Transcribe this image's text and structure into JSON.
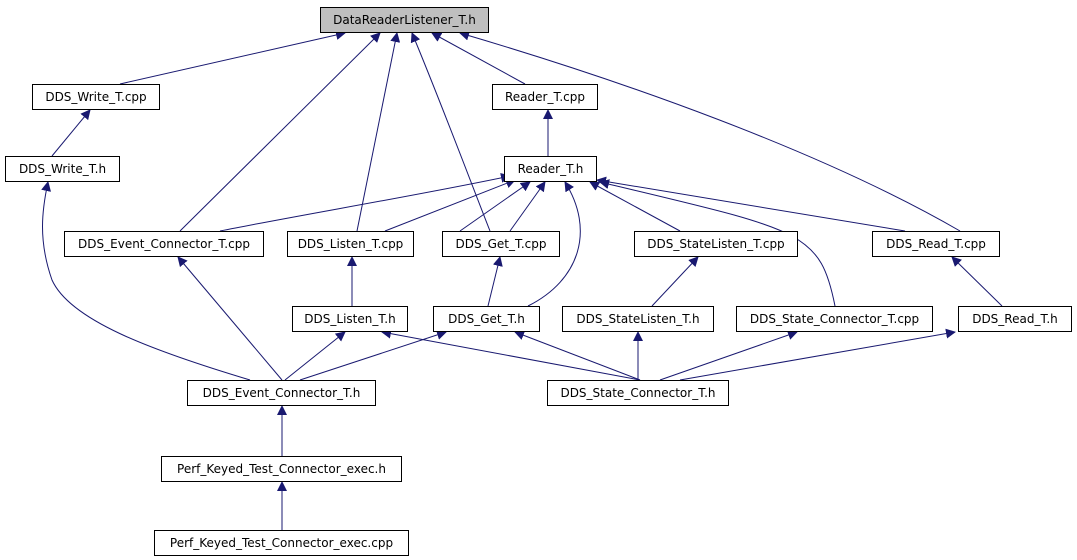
{
  "diagram": {
    "root": "DataReaderListener_T.h",
    "nodes": {
      "write_cpp": "DDS_Write_T.cpp",
      "reader_cpp": "Reader_T.cpp",
      "write_h": "DDS_Write_T.h",
      "reader_h": "Reader_T.h",
      "event_connector_cpp": "DDS_Event_Connector_T.cpp",
      "listen_cpp": "DDS_Listen_T.cpp",
      "get_cpp": "DDS_Get_T.cpp",
      "statelisten_cpp": "DDS_StateListen_T.cpp",
      "read_cpp": "DDS_Read_T.cpp",
      "listen_h": "DDS_Listen_T.h",
      "get_h": "DDS_Get_T.h",
      "statelisten_h": "DDS_StateListen_T.h",
      "state_connector_cpp": "DDS_State_Connector_T.cpp",
      "read_h": "DDS_Read_T.h",
      "event_connector_h": "DDS_Event_Connector_T.h",
      "state_connector_h": "DDS_State_Connector_T.h",
      "perf_exec_h": "Perf_Keyed_Test_Connector_exec.h",
      "perf_exec_cpp": "Perf_Keyed_Test_Connector_exec.cpp"
    },
    "colors": {
      "edge": "#191970",
      "root_fill": "#bfbfbf",
      "node_border": "#000000"
    }
  }
}
